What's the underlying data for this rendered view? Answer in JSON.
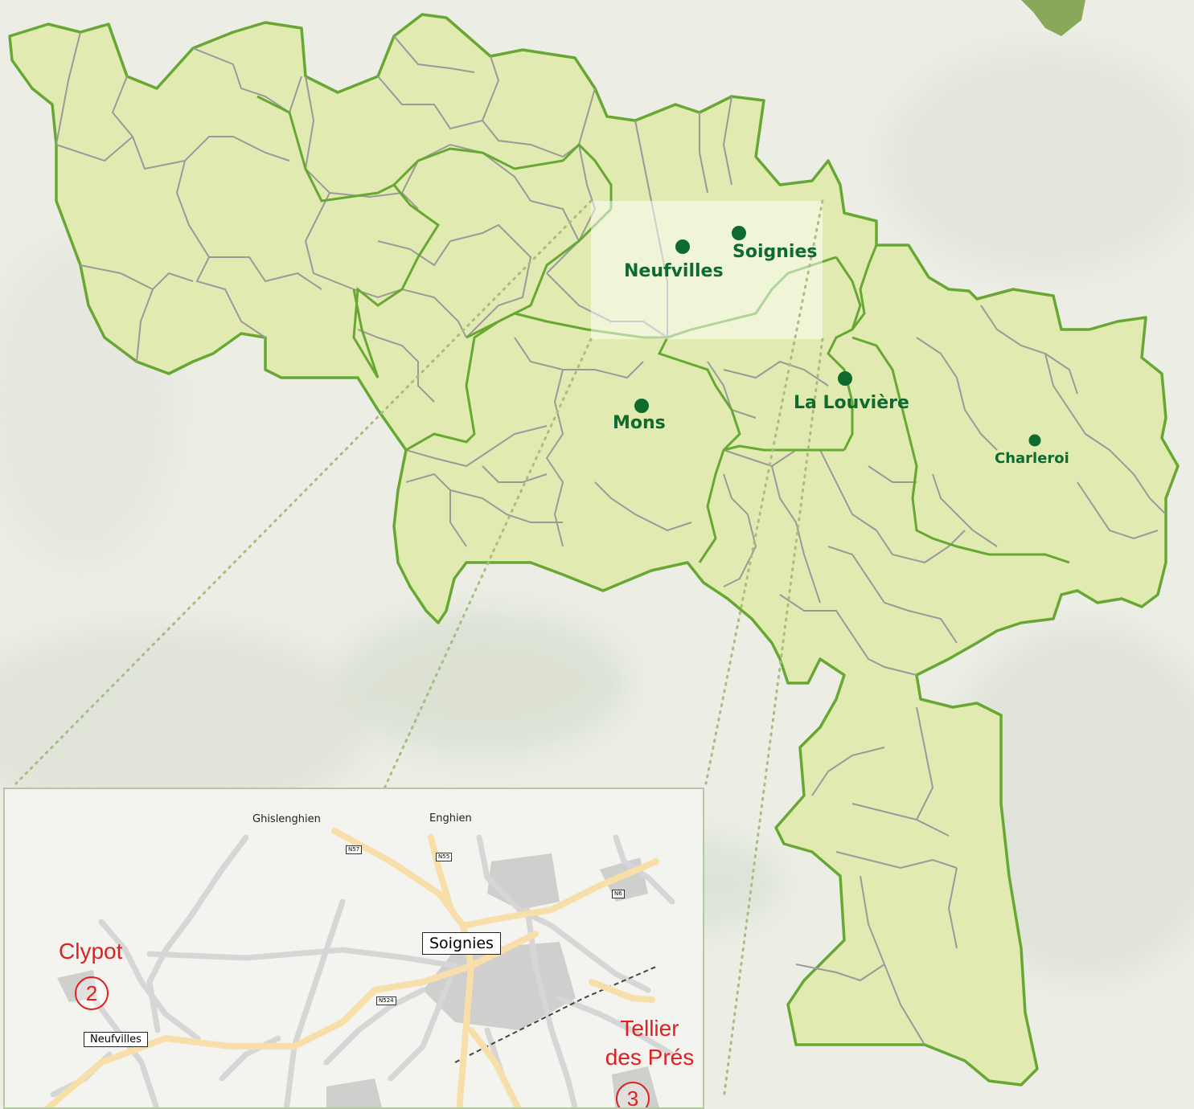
{
  "colors": {
    "province_fill": "#e1eab1",
    "province_border": "#66a832",
    "commune_border": "#9a9a9a",
    "city_marker": "#0e6a2e",
    "site_marker": "#e02020",
    "road_major": "#f8dfaa",
    "road_minor": "#d6d6d6",
    "urban_area": "#c8c8c8",
    "forest_patch": "#8aa85a"
  },
  "map": {
    "cities": [
      {
        "id": "neufvilles",
        "label": "Neufvilles"
      },
      {
        "id": "soignies",
        "label": "Soignies"
      },
      {
        "id": "mons",
        "label": "Mons"
      },
      {
        "id": "la-louviere",
        "label": "La Louvière"
      },
      {
        "id": "charleroi",
        "label": "Charleroi"
      }
    ]
  },
  "inset": {
    "places": {
      "ghislenghien": "Ghislenghien",
      "enghien": "Enghien",
      "soignies": "Soignies",
      "neufvilles": "Neufvilles"
    },
    "roads": {
      "n57": "N57",
      "n55": "N55",
      "n6": "N6",
      "n524": "N524"
    },
    "sites": [
      {
        "id": "clypot",
        "name": "Clypot",
        "number": "2"
      },
      {
        "id": "tellier",
        "name": "Tellier\ndes Prés",
        "number": "3"
      }
    ]
  }
}
